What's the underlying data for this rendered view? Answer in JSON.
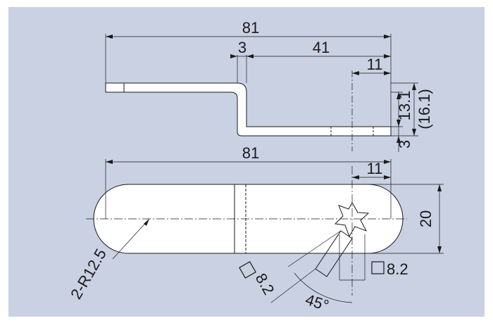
{
  "drawing": {
    "background_color": "#c9d1e3",
    "part_fill": "#ffffff",
    "line_color": "#1a1a1a",
    "side_view": {
      "overall_length": "81",
      "offset": "3",
      "bent_length": "41",
      "hole_to_end": "11",
      "height": "13.1",
      "height_ref": "(16.1)",
      "thickness": "3"
    },
    "plan_view": {
      "overall_length": "81",
      "hole_to_end": "11",
      "width": "20",
      "radius": "2-R12.5",
      "square_hole_a": "8.2",
      "square_hole_b": "8.2",
      "angle": "45°"
    }
  }
}
